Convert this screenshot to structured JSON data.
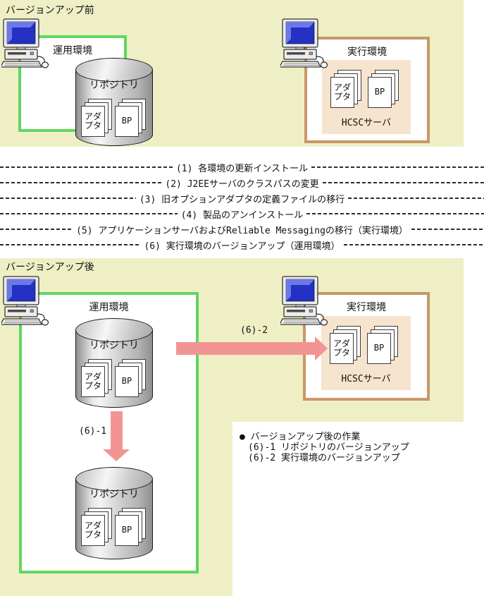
{
  "colors": {
    "section_bg": "#efefc6",
    "operation_border": "#60d660",
    "execution_border": "#c99767",
    "server_bg": "#f7e4ce",
    "arrow": "#f39494"
  },
  "before": {
    "title": "バージョンアップ前",
    "operation_env": {
      "label": "運用環境"
    },
    "repository": {
      "label": "リポジトリ",
      "adapter_label": "アダプタ",
      "bp_label": "BP"
    },
    "execution_env": {
      "label": "実行環境",
      "server_label": "HCSCサーバ",
      "adapter_label": "アダプタ",
      "bp_label": "BP"
    }
  },
  "steps": [
    "(1) 各環境の更新インストール",
    "(2) J2EEサーバのクラスパスの変更",
    "(3) 旧オプションアダプタの定義ファイルの移行",
    "(4) 製品のアンインストール",
    "(5) アプリケーションサーバおよびReliable Messagingの移行（実行環境）",
    "(6) 実行環境のバージョンアップ（運用環境）"
  ],
  "after": {
    "title": "バージョンアップ後",
    "operation_env": {
      "label": "運用環境"
    },
    "repository_current": {
      "label": "リポジトリ",
      "adapter_label": "アダプタ",
      "bp_label": "BP"
    },
    "repository_upgraded": {
      "label": "リポジトリ",
      "adapter_label": "アダプタ",
      "bp_label": "BP"
    },
    "execution_env": {
      "label": "実行環境",
      "server_label": "HCSCサーバ",
      "adapter_label": "アダプタ",
      "bp_label": "BP"
    },
    "arrow_repository_label": "(6)-1",
    "arrow_execution_label": "(6)-2"
  },
  "legend": {
    "bullet": "●",
    "title": "バージョンアップ後の作業",
    "items": [
      "(6)-1 リポジトリのバージョンアップ",
      "(6)-2 実行環境のバージョンアップ"
    ]
  }
}
